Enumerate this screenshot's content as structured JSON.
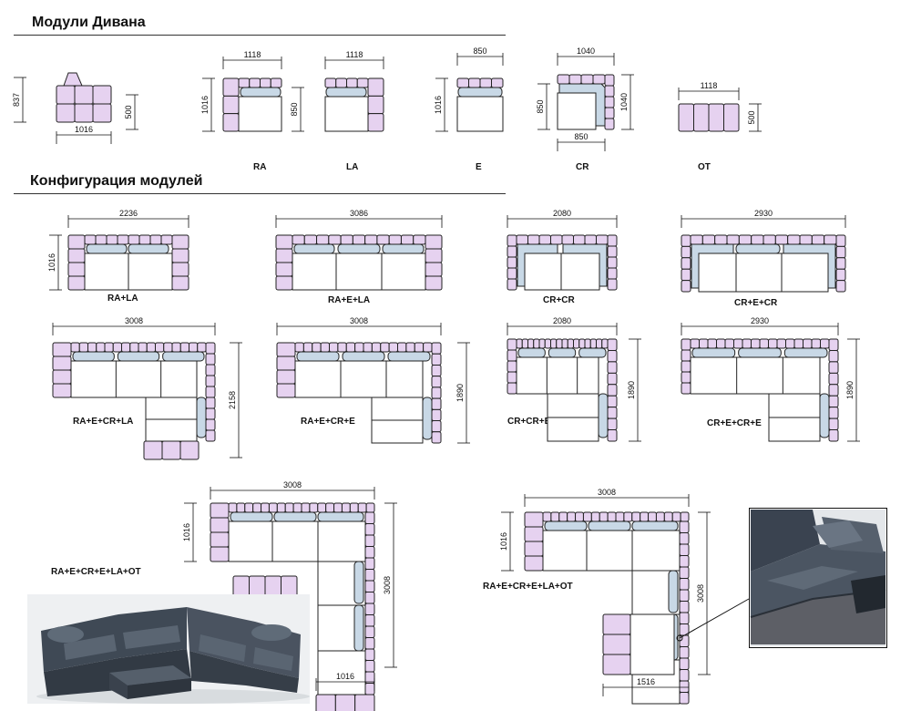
{
  "sections": {
    "modules_title": "Модули Дивана",
    "configs_title": "Конфигурация модулей"
  },
  "modules": {
    "first": {
      "width": "1016",
      "depth": "837",
      "seat_height": "500"
    },
    "ra": {
      "label": "RA",
      "width": "1118",
      "depth": "1016",
      "inner": "850"
    },
    "la": {
      "label": "LA",
      "width": "1118",
      "inner": "850"
    },
    "e": {
      "label": "E",
      "width": "850",
      "depth": "1016"
    },
    "cr": {
      "label": "CR",
      "width": "1040",
      "depth": "1040",
      "inner_w": "850",
      "inner_d": "850"
    },
    "ot": {
      "label": "OT",
      "width": "1118",
      "height": "500"
    }
  },
  "configs": [
    {
      "label": "RA+LA",
      "width": "2236",
      "depth": "1016"
    },
    {
      "label": "RA+E+LA",
      "width": "3086"
    },
    {
      "label": "CR+CR",
      "width": "2080"
    },
    {
      "label": "CR+E+CR",
      "width": "2930"
    },
    {
      "label": "RA+E+CR+LA",
      "width": "3008",
      "depth": "2158"
    },
    {
      "label": "RA+E+CR+E",
      "width": "3008",
      "depth": "1890"
    },
    {
      "label": "CR+CR+E",
      "width": "2080",
      "depth": "1890"
    },
    {
      "label": "CR+E+CR+E",
      "width": "2930",
      "depth": "1890"
    },
    {
      "label": "RA+E+CR+E+LA+OT",
      "width": "3008",
      "depth": "1016",
      "height": "3008",
      "arm": "1016"
    },
    {
      "label": "RA+E+CR+E+LA+OT",
      "width": "3008",
      "depth": "1016",
      "height": "3008",
      "arm": "1516"
    }
  ],
  "colors": {
    "module_fill": "#e6d2f0",
    "cushion_fill": "#c8d8e6",
    "line": "#222222",
    "leather": "#3e4752"
  }
}
